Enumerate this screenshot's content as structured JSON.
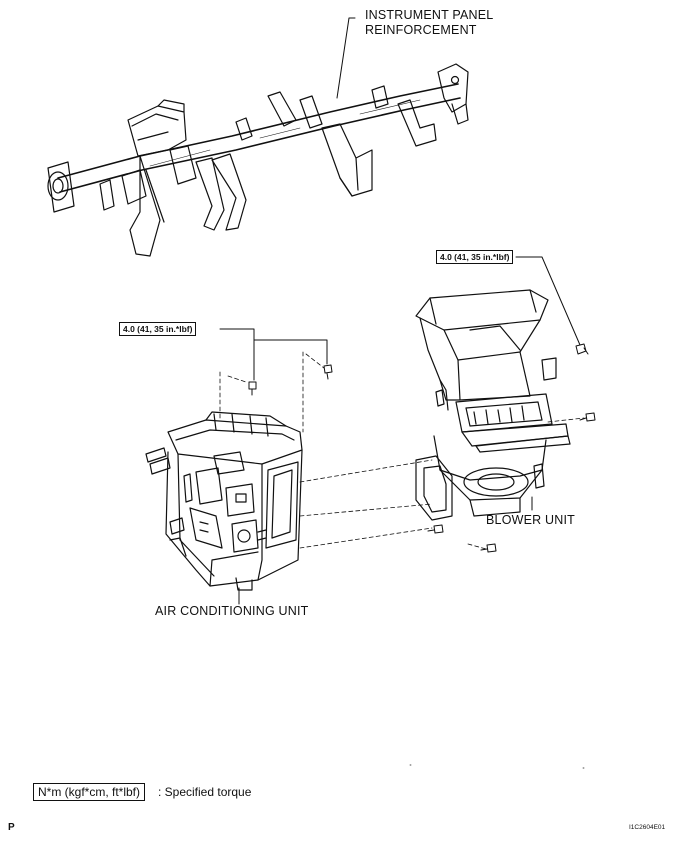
{
  "labels": {
    "ip_reinforcement_line1": "INSTRUMENT PANEL",
    "ip_reinforcement_line2": "REINFORCEMENT",
    "blower_unit": "BLOWER UNIT",
    "air_conditioning_unit": "AIR CONDITIONING UNIT"
  },
  "torque_callouts": {
    "right": "4.0 (41, 35 in.*lbf)",
    "left": "4.0 (41, 35 in.*lbf)"
  },
  "legend": {
    "unit_box": "N*m (kgf*cm, ft*lbf)",
    "description": ": Specified torque"
  },
  "corner_mark": "P",
  "figure_code": "I1C2604E01"
}
